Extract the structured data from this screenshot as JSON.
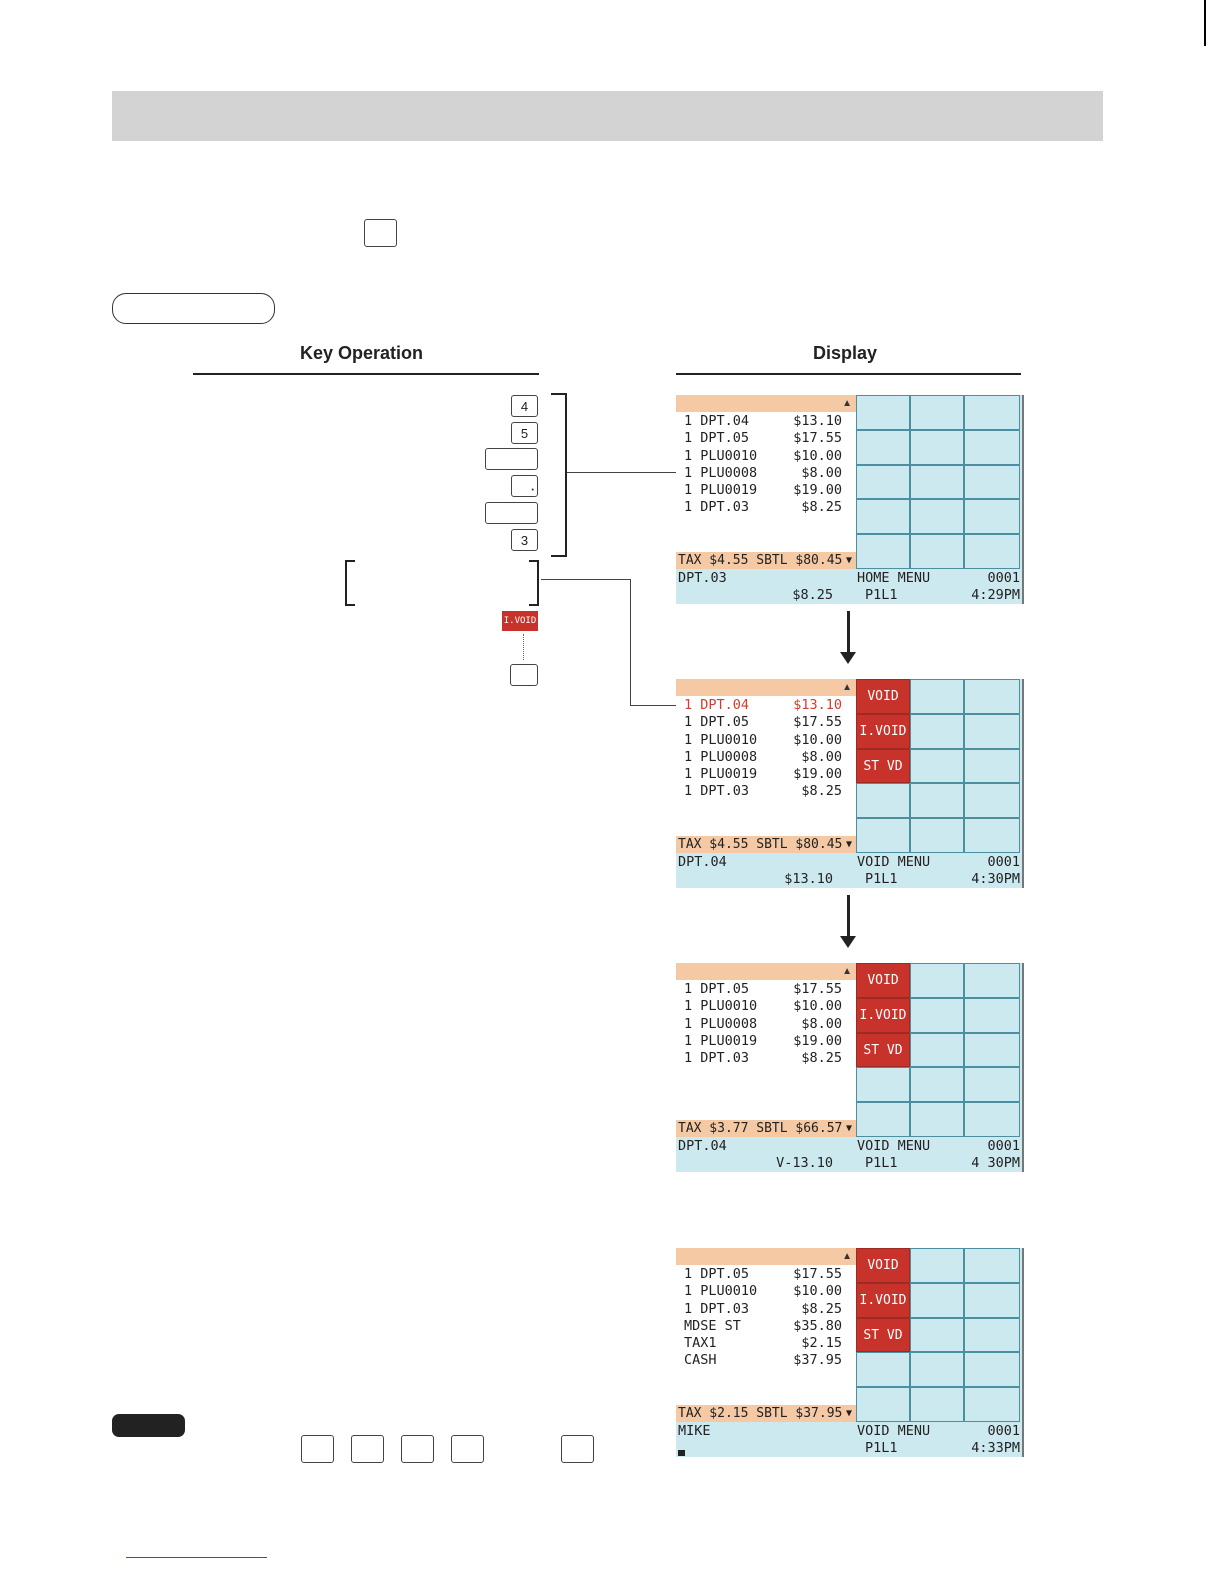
{
  "key_operation": {
    "title": "Key Operation",
    "keys": [
      "4",
      "5",
      "",
      "•",
      "",
      "3"
    ],
    "ivoid_label": "I.VOID"
  },
  "display": {
    "title": "Display",
    "screens": [
      {
        "rows": [
          {
            "desc": "1 DPT.04",
            "amt": "$13.10",
            "hl": false
          },
          {
            "desc": "1 DPT.05",
            "amt": "$17.55",
            "hl": false
          },
          {
            "desc": "1 PLU0010",
            "amt": "$10.00",
            "hl": false
          },
          {
            "desc": "1 PLU0008",
            "amt": "$8.00",
            "hl": false
          },
          {
            "desc": "1 PLU0019",
            "amt": "$19.00",
            "hl": false
          },
          {
            "desc": "1 DPT.03",
            "amt": "$8.25",
            "hl": false
          }
        ],
        "tax_line": "TAX $4.55 SBTL $80.45",
        "buttons": [
          "",
          "",
          ""
        ],
        "status_left": "DPT.03",
        "status_menu": "HOME MENU",
        "status_no": "0001",
        "status_amount": "$8.25",
        "status_page": "P1L1",
        "status_time": "4:29PM"
      },
      {
        "rows": [
          {
            "desc": "1 DPT.04",
            "amt": "$13.10",
            "hl": true
          },
          {
            "desc": "1 DPT.05",
            "amt": "$17.55",
            "hl": false
          },
          {
            "desc": "1 PLU0010",
            "amt": "$10.00",
            "hl": false
          },
          {
            "desc": "1 PLU0008",
            "amt": "$8.00",
            "hl": false
          },
          {
            "desc": "1 PLU0019",
            "amt": "$19.00",
            "hl": false
          },
          {
            "desc": "1 DPT.03",
            "amt": "$8.25",
            "hl": false
          }
        ],
        "tax_line": "TAX $4.55 SBTL $80.45",
        "buttons": [
          "VOID",
          "I.VOID",
          "ST VD"
        ],
        "status_left": "DPT.04",
        "status_menu": "VOID MENU",
        "status_no": "0001",
        "status_amount": "$13.10",
        "status_page": "P1L1",
        "status_time": "4:30PM"
      },
      {
        "rows": [
          {
            "desc": "1 DPT.05",
            "amt": "$17.55",
            "hl": false
          },
          {
            "desc": "1 PLU0010",
            "amt": "$10.00",
            "hl": false
          },
          {
            "desc": "1 PLU0008",
            "amt": "$8.00",
            "hl": false
          },
          {
            "desc": "1 PLU0019",
            "amt": "$19.00",
            "hl": false
          },
          {
            "desc": "1 DPT.03",
            "amt": "$8.25",
            "hl": false
          }
        ],
        "tax_line": "TAX $3.77 SBTL $66.57",
        "buttons": [
          "VOID",
          "I.VOID",
          "ST VD"
        ],
        "status_left": "DPT.04",
        "status_menu": "VOID MENU",
        "status_no": "0001",
        "status_amount": "V-13.10",
        "status_page": "P1L1",
        "status_time": "4 30PM"
      },
      {
        "rows": [
          {
            "desc": "1 DPT.05",
            "amt": "$17.55",
            "hl": false
          },
          {
            "desc": "1 PLU0010",
            "amt": "$10.00",
            "hl": false
          },
          {
            "desc": "1 DPT.03",
            "amt": "$8.25",
            "hl": false
          },
          {
            "desc": "MDSE ST",
            "amt": "$35.80",
            "hl": false
          },
          {
            "desc": "TAX1",
            "amt": "$2.15",
            "hl": false
          },
          {
            "desc": "CASH",
            "amt": "$37.95",
            "hl": false
          }
        ],
        "tax_line": "TAX $2.15 SBTL $37.95",
        "buttons": [
          "VOID",
          "I.VOID",
          "ST VD"
        ],
        "status_left": "MIKE",
        "status_menu": "VOID MENU",
        "status_no": "0001",
        "status_amount": "",
        "status_page": "P1L1",
        "status_time": "4:33PM"
      }
    ]
  }
}
